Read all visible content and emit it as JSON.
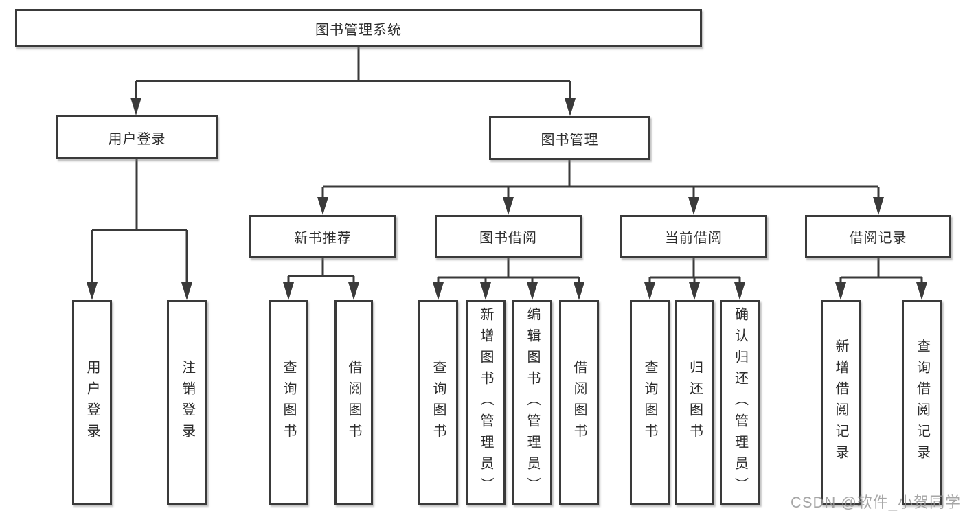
{
  "colors": {
    "line": "#3a3a3a",
    "box_border": "#3a3a3a",
    "box_fill": "#ffffff",
    "text": "#2d2d2d",
    "watermark": "#969696"
  },
  "watermark": {
    "text": "CSDN @软件_小贺同学"
  },
  "diagram": {
    "type": "hierarchy-tree",
    "root": {
      "label": "图书管理系统",
      "children": [
        {
          "label": "用户登录",
          "children": [
            {
              "label": "用户登录"
            },
            {
              "label": "注销登录"
            }
          ]
        },
        {
          "label": "图书管理",
          "children": [
            {
              "label": "新书推荐",
              "children": [
                {
                  "label": "查询图书"
                },
                {
                  "label": "借阅图书"
                }
              ]
            },
            {
              "label": "图书借阅",
              "children": [
                {
                  "label": "查询图书"
                },
                {
                  "label": "新增图书（管理员）"
                },
                {
                  "label": "编辑图书（管理员）"
                },
                {
                  "label": "借阅图书"
                }
              ]
            },
            {
              "label": "当前借阅",
              "children": [
                {
                  "label": "查询图书"
                },
                {
                  "label": "归还图书"
                },
                {
                  "label": "确认归还（管理员）"
                }
              ]
            },
            {
              "label": "借阅记录",
              "children": [
                {
                  "label": "新增借阅记录"
                },
                {
                  "label": "查询借阅记录"
                }
              ]
            }
          ]
        }
      ]
    }
  }
}
